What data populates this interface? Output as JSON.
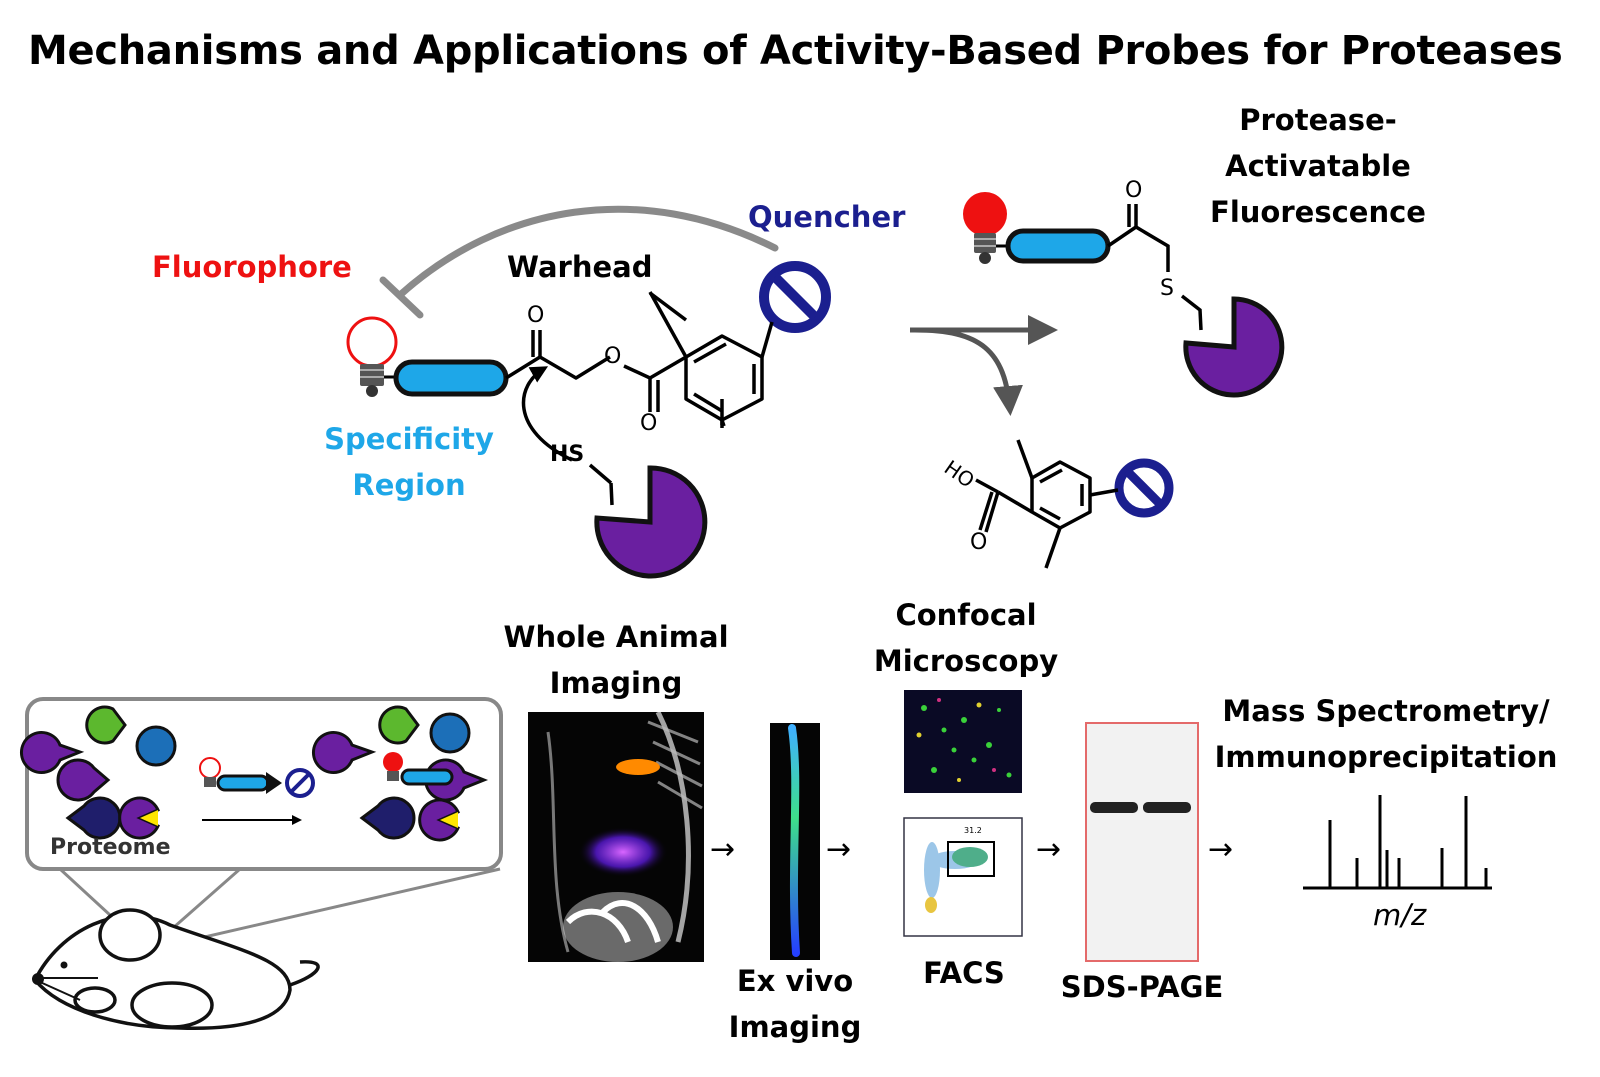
{
  "title": "Mechanisms and Applications of Activity-Based Probes for Proteases",
  "labels": {
    "fluorophore": "Fluorophore",
    "warhead": "Warhead",
    "quencher": "Quencher",
    "specificity_line1": "Specificity",
    "specificity_line2": "Region",
    "activatable_line1": "Protease-",
    "activatable_line2": "Activatable",
    "activatable_line3": "Fluorescence",
    "whole_animal_line1": "Whole Animal",
    "whole_animal_line2": "Imaging",
    "ex_vivo_line1": "Ex vivo",
    "ex_vivo_line2": "Imaging",
    "confocal_line1": "Confocal",
    "confocal_line2": "Microscopy",
    "facs": "FACS",
    "sds_page": "SDS-PAGE",
    "ms_line1": "Mass Spectrometry/",
    "ms_line2": "Immunoprecipitation",
    "mz": "m/z",
    "proteome": "Proteome"
  },
  "atoms": {
    "o": "O",
    "s": "S",
    "hs": "HS",
    "ho": "HO"
  },
  "facs_gate_value": "31.2",
  "colors": {
    "fluorophore": "#ee1111",
    "specificity": "#1ea7e8",
    "quencher": "#1b1f8f",
    "protease": "#6a1fa0",
    "protease_green": "#5cb82e",
    "protease_blue": "#1c6fb8",
    "protease_navy": "#1f1e6b",
    "yellow": "#ffe600",
    "gray_arrow": "#8a8a8a",
    "sds_border": "#e46a6a"
  },
  "arrows": [
    "→",
    "→",
    "→",
    "→"
  ]
}
